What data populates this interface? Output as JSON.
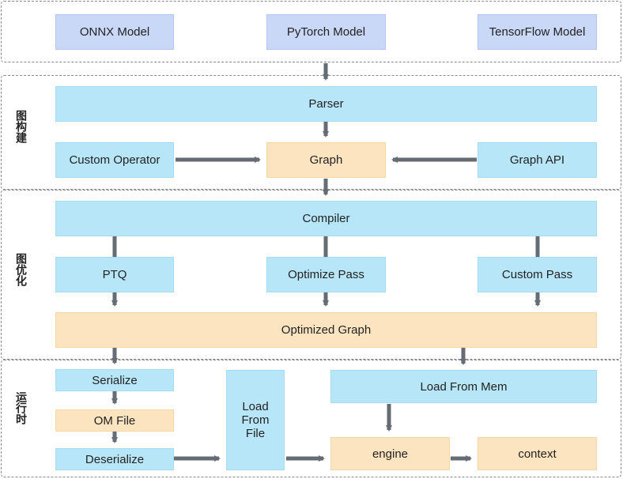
{
  "models": {
    "onnx": "ONNX Model",
    "pytorch": "PyTorch Model",
    "tensorflow": "TensorFlow Model"
  },
  "graph_build": {
    "label": "图构建",
    "parser": "Parser",
    "custom_operator": "Custom Operator",
    "graph": "Graph",
    "graph_api": "Graph API"
  },
  "graph_opt": {
    "label": "图优化",
    "compiler": "Compiler",
    "ptq": "PTQ",
    "optimize_pass": "Optimize Pass",
    "custom_pass": "Custom Pass",
    "optimized_graph": "Optimized Graph"
  },
  "runtime": {
    "label": "运行时",
    "serialize": "Serialize",
    "om_file": "OM File",
    "deserialize": "Deserialize",
    "load_from_file": "Load From File",
    "load_from_mem": "Load From Mem",
    "engine": "engine",
    "context": "context"
  },
  "colors": {
    "model_box": "#c9d8f7",
    "process_box": "#b8e6f9",
    "graph_box": "#fde4c0",
    "arrow": "#666c74",
    "section_border": "#8a8a8a"
  }
}
